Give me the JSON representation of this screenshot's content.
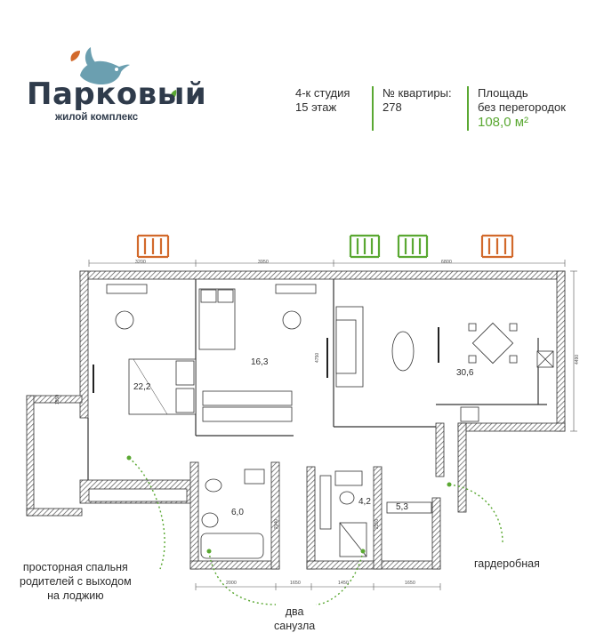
{
  "brand": {
    "name": "Парковый",
    "subtitle": "жилой комплекс",
    "colors": {
      "bird": "#6b9fb0",
      "leaf_orange": "#d2692b",
      "leaf_green": "#5aa832",
      "text": "#2f3b4b"
    }
  },
  "info": {
    "type_line1": "4-к студия",
    "type_line2": "15 этаж",
    "apt_label": "№ квартиры:",
    "apt_number": "278",
    "area_label1": "Площадь",
    "area_label2": "без перегородок",
    "area_value": "108,0 м²"
  },
  "window_icons": [
    {
      "color": "#d2692b"
    },
    {
      "color": "#5aa832"
    },
    {
      "color": "#5aa832"
    },
    {
      "color": "#d2692b"
    }
  ],
  "rooms": {
    "bedroom_master": "22,2",
    "bedroom_2": "16,3",
    "living": "30,6",
    "bath_1": "6,0",
    "bath_2": "4,2",
    "wardrobe": "5,3"
  },
  "dimensions": {
    "top": [
      "3200",
      "3950",
      "6800"
    ],
    "bottom": [
      "2000",
      "1650",
      "1450",
      "1650"
    ],
    "left": "1950",
    "v_bedroom2": "4750",
    "v_right": "4490",
    "v_bath1": "2140",
    "v_bath2": "2310"
  },
  "callouts": {
    "bedroom_line1": "просторная спальня",
    "bedroom_line2": "родителей с выходом",
    "bedroom_line3": "на лоджию",
    "baths_line1": "два",
    "baths_line2": "санузла",
    "wardrobe": "гардеробная"
  }
}
